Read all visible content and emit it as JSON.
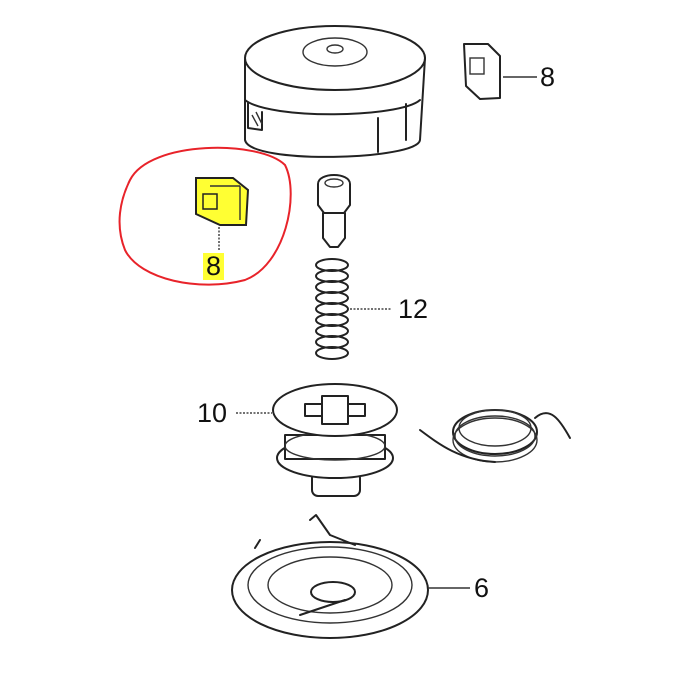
{
  "diagram": {
    "type": "exploded-parts-view",
    "parts": [
      {
        "id": "cover",
        "ref": "8",
        "label": "8",
        "description": "spool cover cap with clip"
      },
      {
        "id": "clip_highlighted",
        "ref": "8",
        "label": "8",
        "highlighted": true
      },
      {
        "id": "bolt",
        "ref": "",
        "label": ""
      },
      {
        "id": "spring",
        "ref": "12",
        "label": "12"
      },
      {
        "id": "spool",
        "ref": "10",
        "label": "10"
      },
      {
        "id": "line",
        "ref": "",
        "label": ""
      },
      {
        "id": "base",
        "ref": "6",
        "label": "6"
      }
    ],
    "annotation": {
      "shape": "hand-drawn red circle",
      "color": "#e8232a",
      "highlight_color": "#ffff33",
      "target_label": "8"
    }
  }
}
